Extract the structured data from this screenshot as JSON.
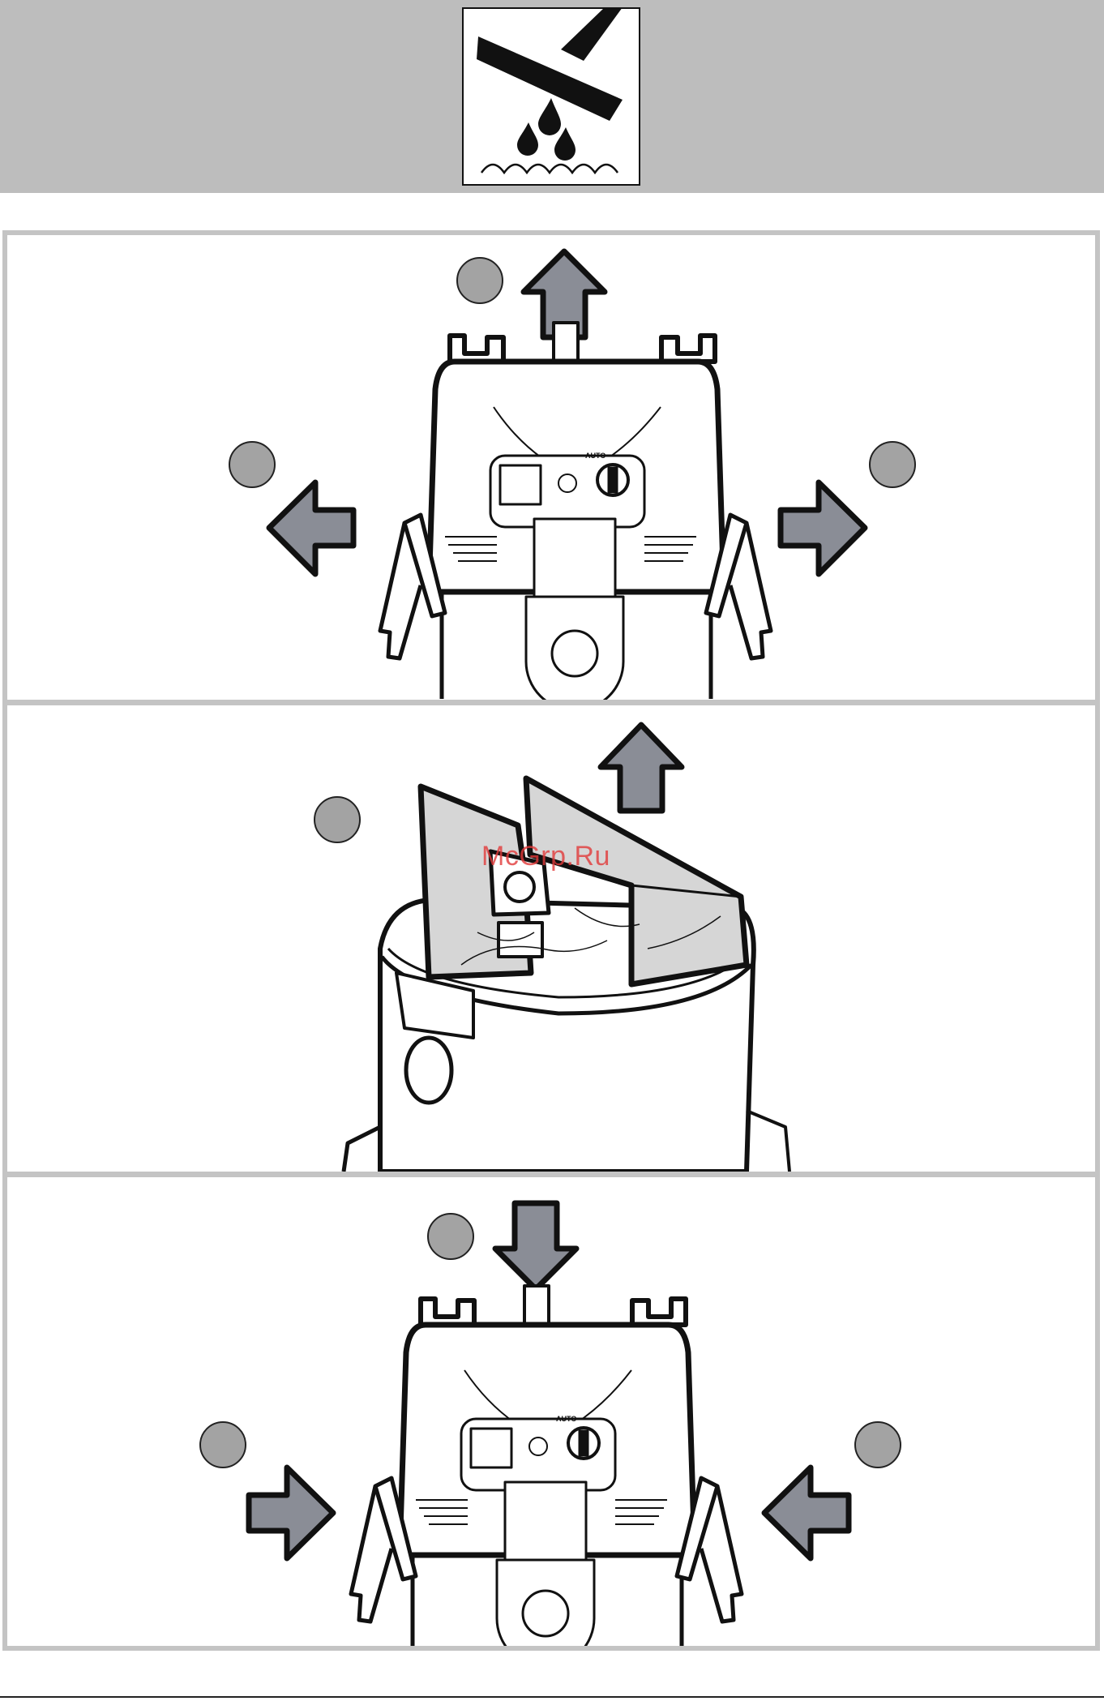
{
  "header": {
    "symbol": "wet-vacuum-icon"
  },
  "panels": [
    {
      "step": "remove-head",
      "control_label": "AUTO",
      "callouts": 3
    },
    {
      "step": "remove-filter-bag",
      "callouts": 1
    },
    {
      "step": "refit-head",
      "control_label": "AUTO",
      "callouts": 3
    }
  ],
  "watermark": "McGrp.Ru",
  "colors": {
    "band": "#bdbdbd",
    "arrow": "#8a8d96",
    "callout": "#a3a3a3",
    "bag": "#d6d6d6",
    "frame": "#c4c4c4"
  }
}
